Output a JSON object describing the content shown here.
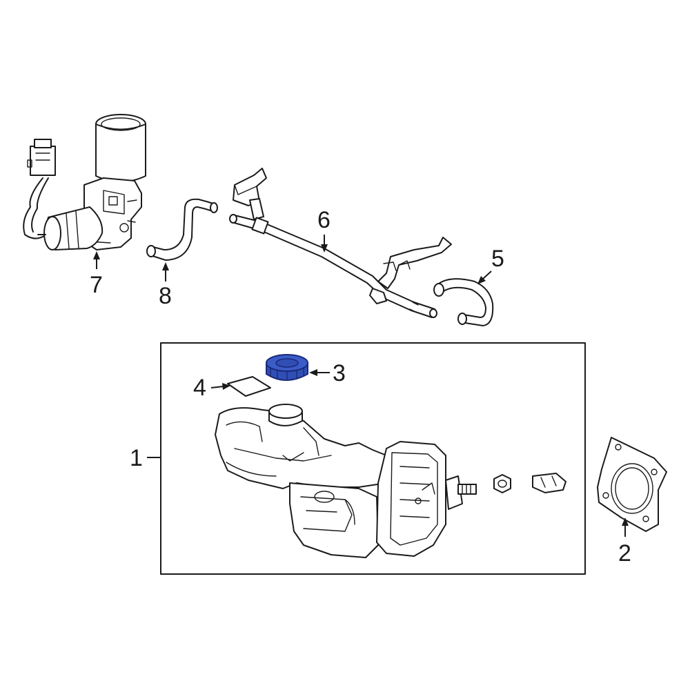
{
  "callouts": [
    {
      "id": "1",
      "label": "1"
    },
    {
      "id": "2",
      "label": "2"
    },
    {
      "id": "3",
      "label": "3"
    },
    {
      "id": "4",
      "label": "4"
    },
    {
      "id": "5",
      "label": "5"
    },
    {
      "id": "6",
      "label": "6"
    },
    {
      "id": "7",
      "label": "7"
    },
    {
      "id": "8",
      "label": "8"
    }
  ],
  "colors": {
    "line": "#1a1a1a",
    "highlight_fill": "#2f4fb5",
    "highlight_stroke": "#1a2a7a",
    "background": "#ffffff"
  }
}
